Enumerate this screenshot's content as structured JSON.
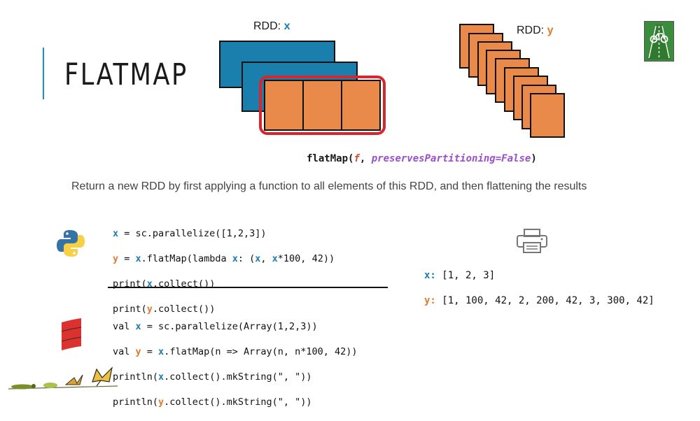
{
  "slide": {
    "title": "FLATMAP",
    "rdd_x_label": "RDD: ",
    "rdd_x_var": "x",
    "rdd_y_label": "RDD: ",
    "rdd_y_var": "y",
    "signature": {
      "fn": "flatMap(",
      "f": "f",
      "sep": ", ",
      "param": "preservesPartitioning=False",
      "close": ")"
    },
    "description": "Return a new RDD by first applying a function to all elements of this RDD, and then flattening the results",
    "python_code": {
      "line1": {
        "a": "x",
        "b": " = sc.parallelize([1,2,3])"
      },
      "line2": {
        "a": "y",
        "b": " = ",
        "c": "x",
        "d": ".flatMap(lambda ",
        "e": "x",
        "f": ": (",
        "g": "x",
        "h": ", ",
        "i": "x",
        "j": "*100, 42))"
      },
      "line3": {
        "a": "print(",
        "b": "x",
        "c": ".collect())"
      },
      "line4": {
        "a": "print(",
        "b": "y",
        "c": ".collect())"
      }
    },
    "scala_code": {
      "line1": {
        "a": "val ",
        "b": "x",
        "c": " = sc.parallelize(Array(1,2,3))"
      },
      "line2": {
        "a": "val ",
        "b": "y",
        "c": " = ",
        "d": "x",
        "e": ".flatMap(n => Array(n, n*100, 42))"
      },
      "line3": {
        "a": "println(",
        "b": "x",
        "c": ".collect().mkString(\", \"))"
      },
      "line4": {
        "a": "println(",
        "b": "y",
        "c": ".collect().mkString(\", \"))"
      }
    },
    "output": {
      "x_label": "x:",
      "x_value": " [1, 2, 3]",
      "y_label": "y:",
      "y_value": " [1, 100, 42, 2, 200, 42, 3, 300, 42]"
    },
    "icons": [
      "python-logo-icon",
      "scala-logo-icon",
      "printer-icon",
      "bike-sign-icon",
      "caterpillar-butterfly-icon"
    ],
    "colors": {
      "blue": "#1a7fad",
      "orange": "#e98a4a",
      "red": "#d7262e",
      "purple": "#9b4fd0"
    }
  }
}
